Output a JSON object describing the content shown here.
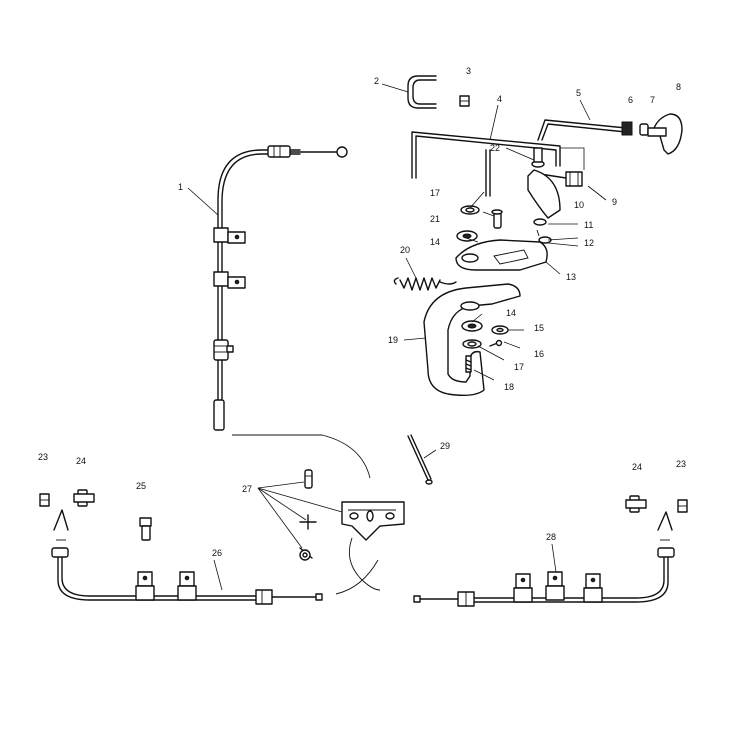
{
  "callouts": [
    {
      "id": "c1",
      "text": "1"
    },
    {
      "id": "c2",
      "text": "2"
    },
    {
      "id": "c3",
      "text": "3"
    },
    {
      "id": "c4",
      "text": "4"
    },
    {
      "id": "c5",
      "text": "5"
    },
    {
      "id": "c6",
      "text": "6"
    },
    {
      "id": "c7",
      "text": "7"
    },
    {
      "id": "c8",
      "text": "8"
    },
    {
      "id": "c9",
      "text": "9"
    },
    {
      "id": "c10",
      "text": "10"
    },
    {
      "id": "c11",
      "text": "11"
    },
    {
      "id": "c12",
      "text": "12"
    },
    {
      "id": "c13",
      "text": "13"
    },
    {
      "id": "c14a",
      "text": "14"
    },
    {
      "id": "c14b",
      "text": "14"
    },
    {
      "id": "c15",
      "text": "15"
    },
    {
      "id": "c16",
      "text": "16"
    },
    {
      "id": "c17a",
      "text": "17"
    },
    {
      "id": "c17b",
      "text": "17"
    },
    {
      "id": "c18",
      "text": "18"
    },
    {
      "id": "c19",
      "text": "19"
    },
    {
      "id": "c20",
      "text": "20"
    },
    {
      "id": "c21",
      "text": "21"
    },
    {
      "id": "c22",
      "text": "22"
    },
    {
      "id": "c23a",
      "text": "23"
    },
    {
      "id": "c23b",
      "text": "23"
    },
    {
      "id": "c24a",
      "text": "24"
    },
    {
      "id": "c24b",
      "text": "24"
    },
    {
      "id": "c25",
      "text": "25"
    },
    {
      "id": "c26",
      "text": "26"
    },
    {
      "id": "c27",
      "text": "27"
    },
    {
      "id": "c28",
      "text": "28"
    },
    {
      "id": "c29",
      "text": "29"
    }
  ]
}
